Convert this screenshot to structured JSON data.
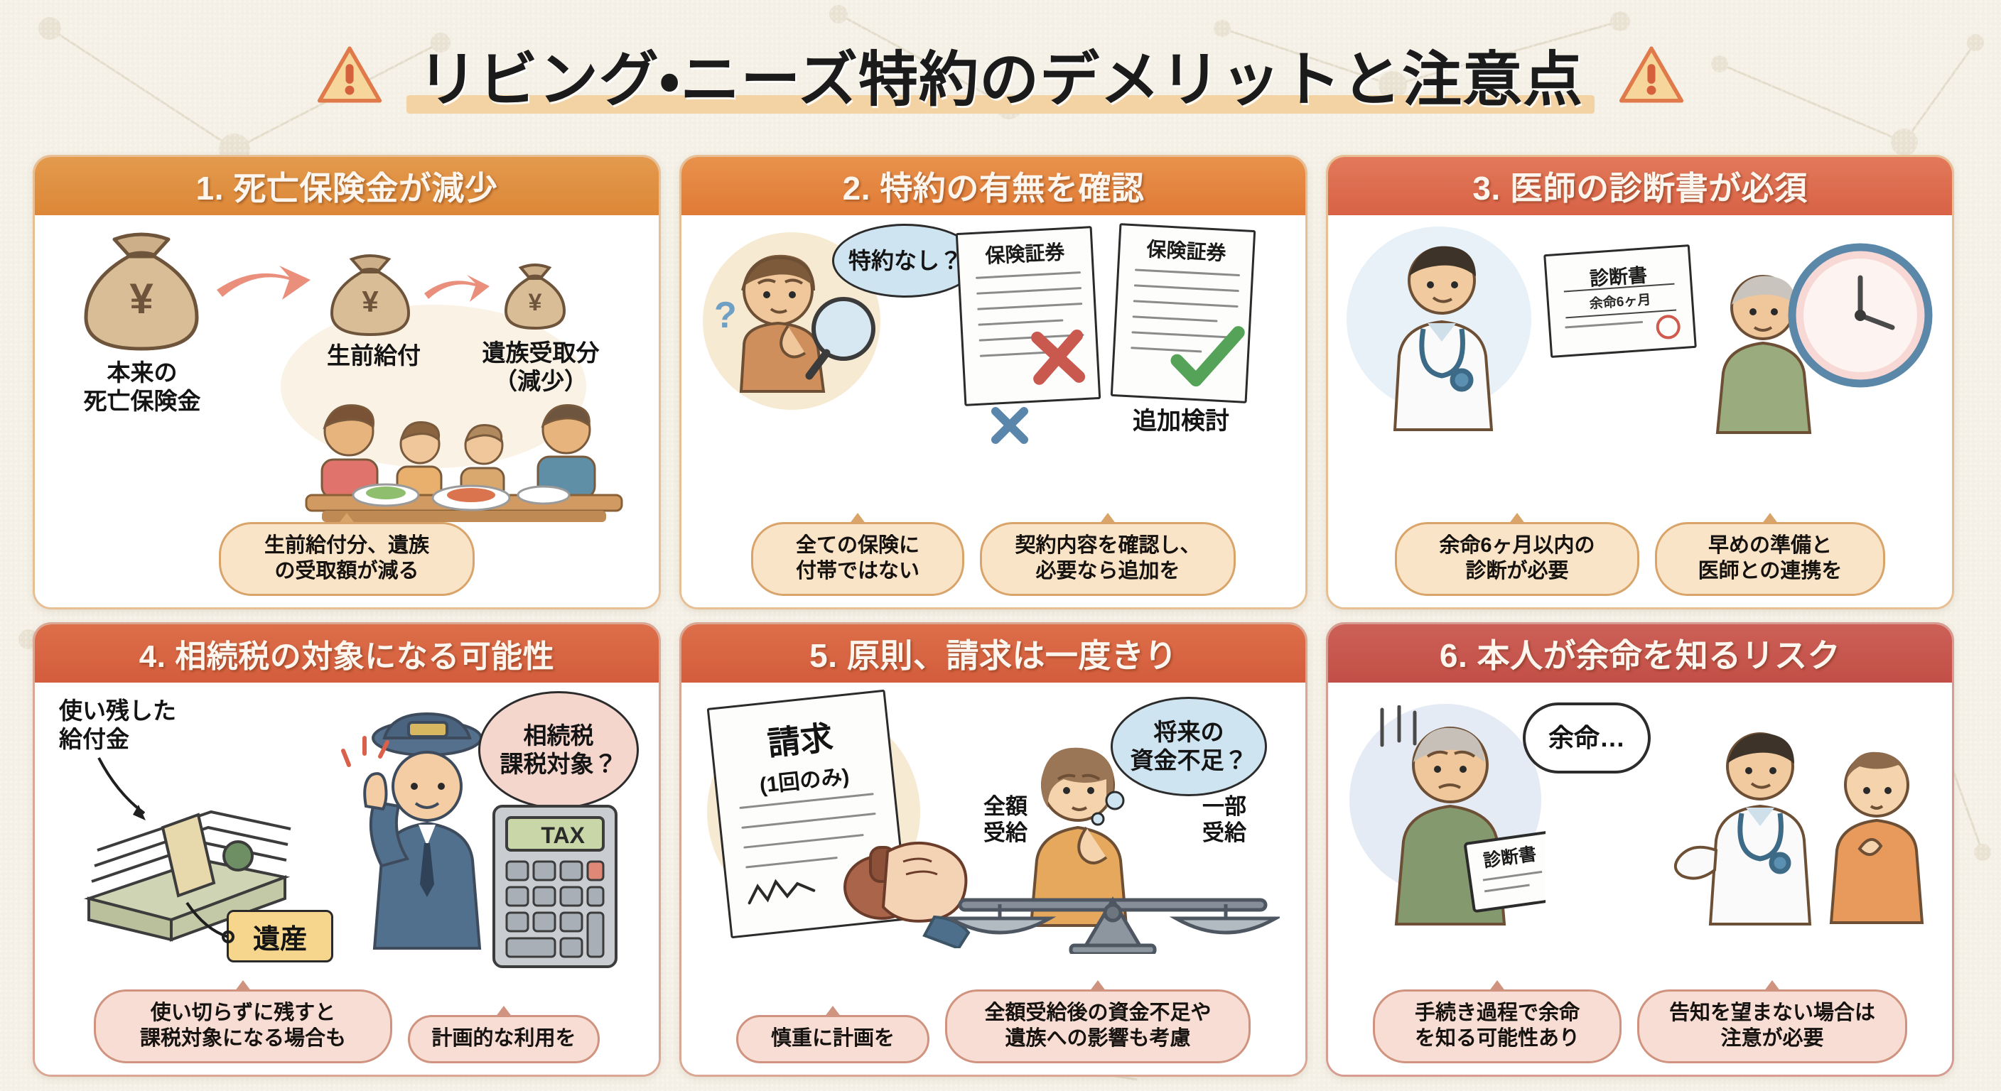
{
  "page": {
    "title": "リビング・ニーズ特約のデメリットと注意点",
    "warning_icon": "warning-triangle-icon",
    "background_color": "#f4f0e6",
    "accent_colors": {
      "header_orange": "#e09040",
      "header_orange_mid": "#e3843f",
      "header_red_orange": "#dd6b49",
      "header_red": "#cf5a49",
      "header_crimson": "#c4544f",
      "callout_warm_bg": "#fae4c8",
      "callout_warm_border": "#d9a46a",
      "callout_pink_bg": "#f8ddd4",
      "callout_pink_border": "#cf937f",
      "title_highlight": "#f3d3a4"
    }
  },
  "cards": [
    {
      "id": "card-1",
      "number": "1.",
      "title": "1. 死亡保険金が減少",
      "head_color": "#e09040",
      "labels": {
        "original": "本来の\n死亡保険金",
        "living_benefit": "生前給付",
        "survivor_share": "遺族受取分\n（減少）",
        "coin_symbol": "¥"
      },
      "callouts": [
        {
          "text": "生前給付分、遺族\nの受取額が減る",
          "tone": "warm"
        }
      ]
    },
    {
      "id": "card-2",
      "number": "2.",
      "title": "2. 特約の有無を確認",
      "head_color": "#e3843f",
      "labels": {
        "thought": "特約なし？",
        "policy_doc_1": "保険証券",
        "policy_doc_2": "保険証券",
        "additional": "追加検討",
        "question_mark": "？",
        "cross_mark": "✕",
        "check_mark": "✔"
      },
      "callouts": [
        {
          "text": "全ての保険に\n付帯ではない",
          "tone": "warm"
        },
        {
          "text": "契約内容を確認し、\n必要なら追加を",
          "tone": "warm"
        }
      ]
    },
    {
      "id": "card-3",
      "number": "3.",
      "title": "3. 医師の診断書が必須",
      "head_color": "#dd6b49",
      "labels": {
        "certificate_title": "診断書",
        "certificate_sub": "余命6ヶ月"
      },
      "callouts": [
        {
          "text": "余命6ヶ月以内の\n診断が必要",
          "tone": "warm"
        },
        {
          "text": "早めの準備と\n医師との連携を",
          "tone": "warm"
        }
      ]
    },
    {
      "id": "card-4",
      "number": "4.",
      "title": "4. 相続税の対象になる可能性",
      "head_color": "#d9623f",
      "labels": {
        "leftover": "使い残した\n給付金",
        "estate_tag": "遺産",
        "officer_bubble": "相続税\n課税対象？",
        "calculator_display": "TAX"
      },
      "callouts": [
        {
          "text": "使い切らずに残すと\n課税対象になる場合も",
          "tone": "pink"
        },
        {
          "text": "計画的な利用を",
          "tone": "pink"
        }
      ]
    },
    {
      "id": "card-5",
      "number": "5.",
      "title": "5. 原則、請求は一度きり",
      "head_color": "#d9623f",
      "labels": {
        "claim_title": "請求",
        "claim_sub": "(1回のみ)",
        "thought": "将来の\n資金不足？",
        "scale_left": "全額\n受給",
        "scale_right": "一部\n受給"
      },
      "callouts": [
        {
          "text": "慎重に計画を",
          "tone": "pink"
        },
        {
          "text": "全額受給後の資金不足や\n遺族への影響も考慮",
          "tone": "pink"
        }
      ]
    },
    {
      "id": "card-6",
      "number": "6.",
      "title": "6. 本人が余命を知るリスク",
      "head_color": "#c4544f",
      "labels": {
        "thought": "余命…",
        "document": "診断書"
      },
      "callouts": [
        {
          "text": "手続き過程で余命\nを知る可能性あり",
          "tone": "pink"
        },
        {
          "text": "告知を望まない場合は\n注意が必要",
          "tone": "pink"
        }
      ]
    }
  ]
}
